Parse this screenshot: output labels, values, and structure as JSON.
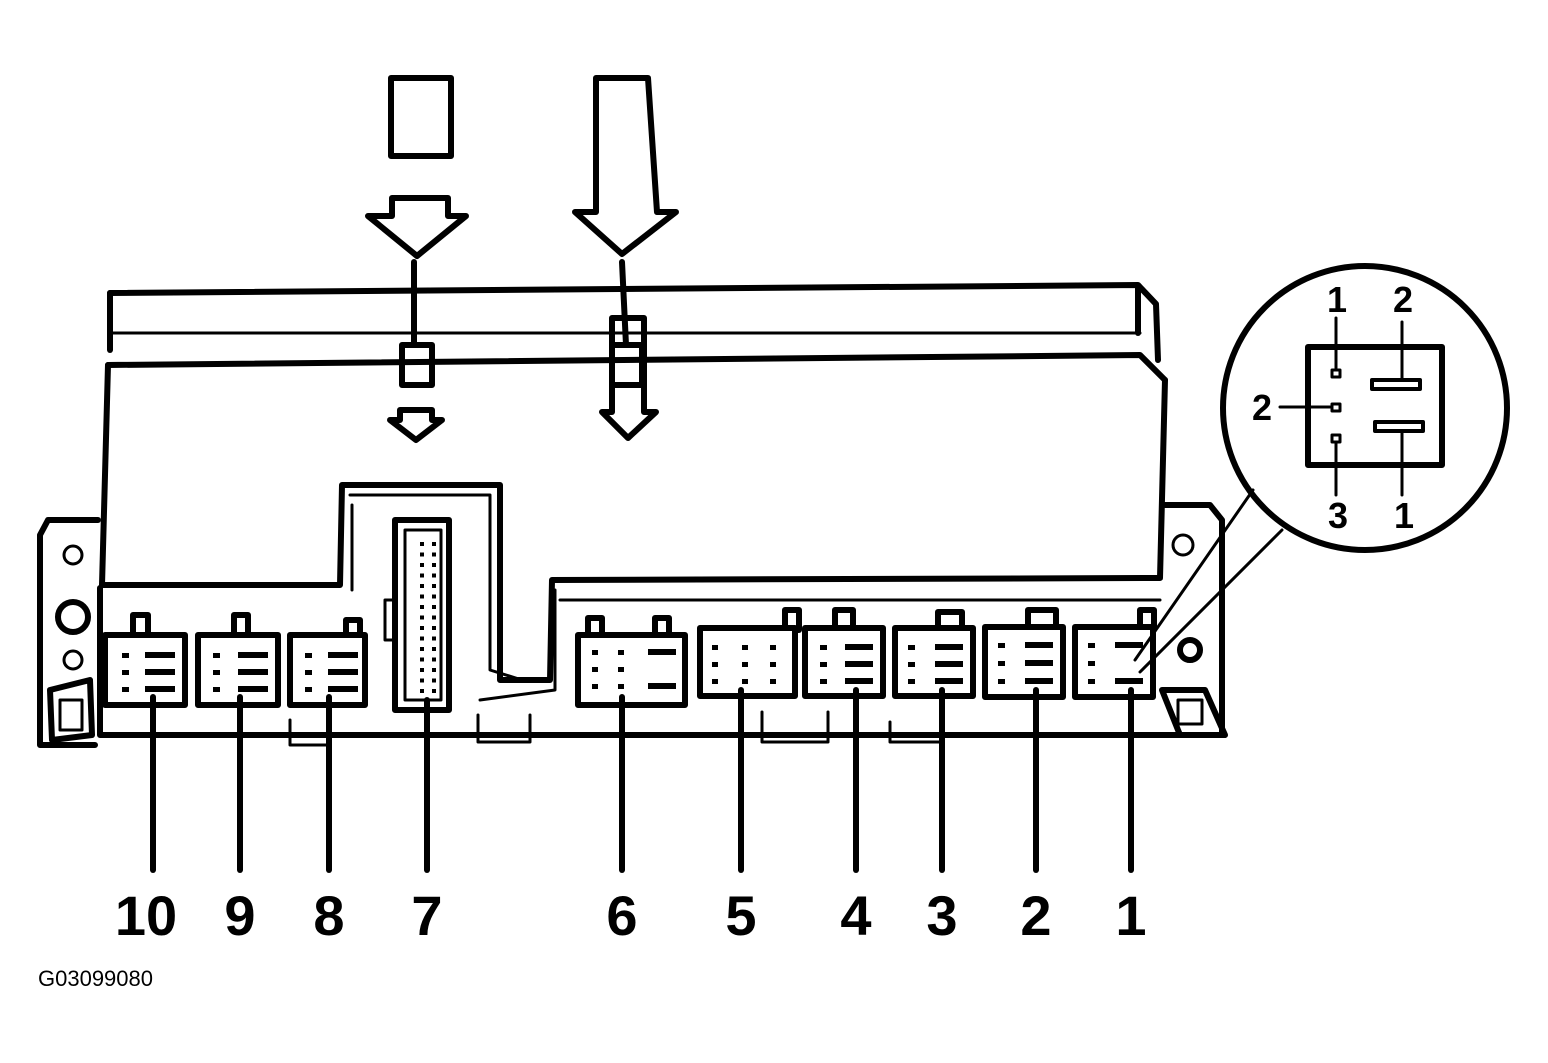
{
  "figure_code": "G03099080",
  "connector_labels": [
    "10",
    "9",
    "8",
    "7",
    "6",
    "5",
    "4",
    "3",
    "2",
    "1"
  ],
  "detail_pin_labels": {
    "top_left": "1",
    "top_right": "2",
    "left": "2",
    "bottom_left": "3",
    "bottom_right": "1"
  }
}
